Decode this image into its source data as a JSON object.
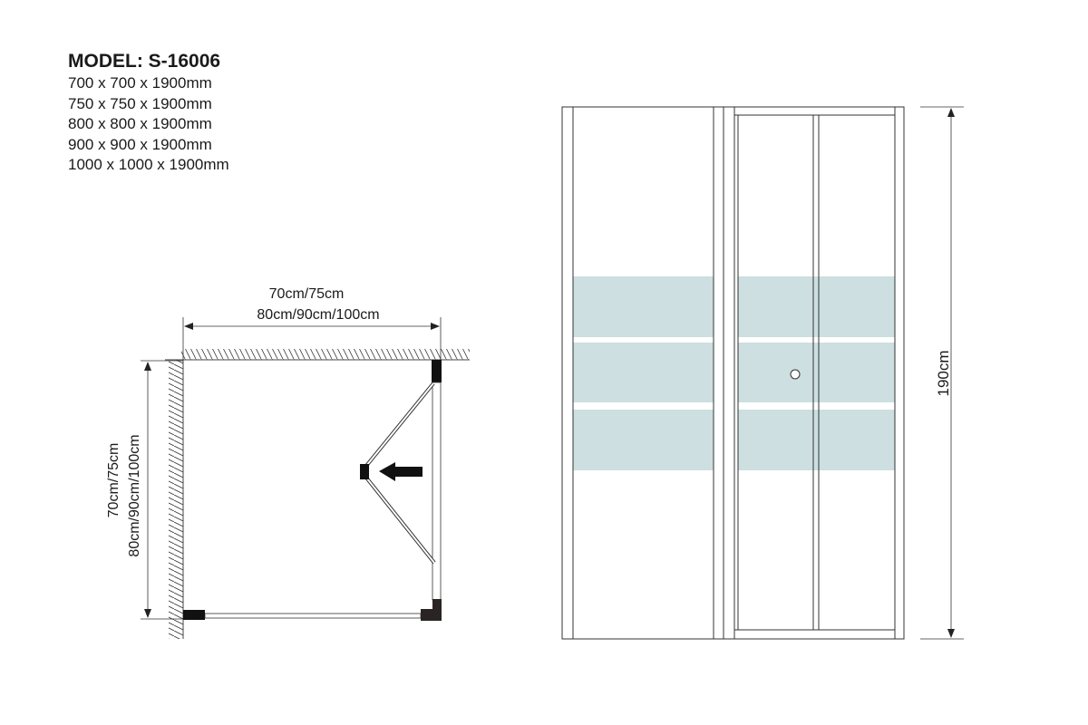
{
  "model_label": "MODEL: S-16006",
  "sizes": [
    "700 x 700 x 1900mm",
    "750 x 750 x 1900mm",
    "800 x 800 x 1900mm",
    "900 x 900 x 1900mm",
    "1000 x 1000 x 1900mm"
  ],
  "plan_view": {
    "width_label_line1": "70cm/75cm",
    "width_label_line2": "80cm/90cm/100cm",
    "depth_label_line1": "70cm/75cm",
    "depth_label_line2": "80cm/90cm/100cm",
    "arrow_icon": "arrow-left"
  },
  "front_view": {
    "height_label": "190cm",
    "band_color": "#cddfe0"
  }
}
